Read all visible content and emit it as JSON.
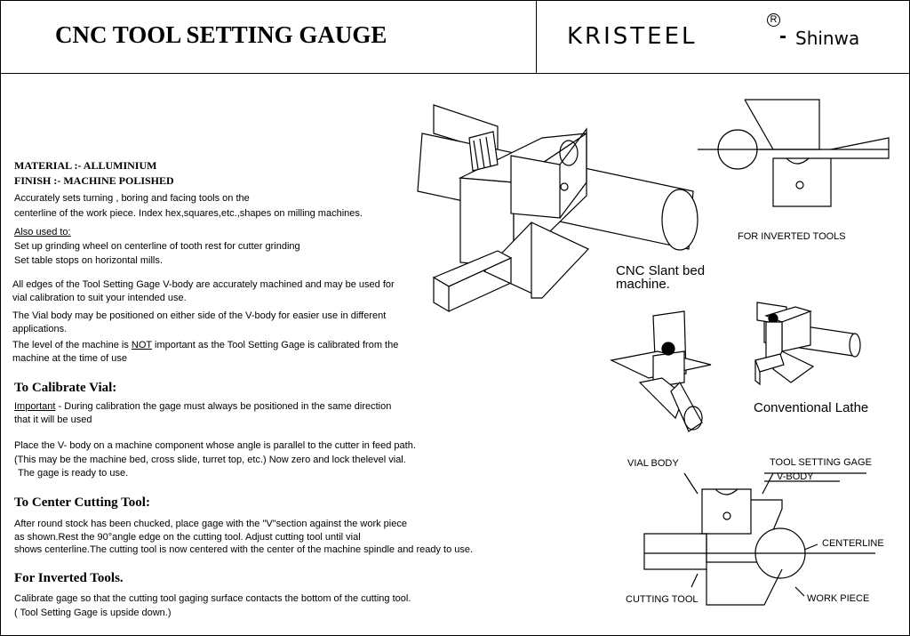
{
  "header": {
    "title": "CNC TOOL SETTING GAUGE",
    "brand": "KRISTEEL",
    "brand_separator": "-",
    "brand_partner": "Shinwa",
    "registered_mark": "R"
  },
  "specs": {
    "material": "MATERIAL :- ALLUMINIUM",
    "finish": "FINISH :- MACHINE POLISHED"
  },
  "intro": {
    "line1": "Accurately sets turning , boring and facing tools on the",
    "line2": "centerline of the work piece.  Index hex,squares,etc.,shapes on milling machines.",
    "also_used_heading": "Also used to:",
    "also1": "Set up grinding wheel on centerline of tooth rest for cutter grinding",
    "also2": "Set table stops on horizontal mills.",
    "edges1": "All edges of the Tool Setting Gage V-body are accurately machined and may be used for",
    "edges2": "vial calibration to suit your intended use.",
    "vial1": "The Vial body may be positioned on either side of the V-body for easier use in different",
    "vial2": "applications.",
    "level1_a": "The level of the machine is ",
    "level1_not": "NOT",
    "level1_b": " important as the Tool Setting Gage is calibrated from the",
    "level2": "machine at the time of use"
  },
  "calibrate": {
    "heading": "To Calibrate Vial:",
    "important_label": "Important",
    "important1": " - During calibration the gage must always be positioned in the same direction",
    "important2": "that it will be used",
    "place1": "Place the V- body on a machine component whose angle is parallel to the cutter in feed path.",
    "place2": "(This may be the machine bed, cross slide, turret top, etc.) Now zero and lock thelevel vial.",
    "place3": "The gage is ready to use."
  },
  "center": {
    "heading": "To Center Cutting Tool:",
    "line1": "After round stock has been chucked, place gage with the \"V\"section against the work piece",
    "line2": "as shown.Rest the 90°angle edge on the cutting tool. Adjust cutting tool until vial",
    "line3": "shows centerline.The cutting tool is now centered with the center of the machine spindle and ready to use."
  },
  "inverted": {
    "heading": "For Inverted Tools.",
    "line1": "Calibrate gage so that the cutting tool gaging surface contacts the bottom of the cutting tool.",
    "line2": "( Tool Setting Gage is upside down.)"
  },
  "captions": {
    "for_inverted_tools": "FOR INVERTED TOOLS",
    "cnc_slant_1": "CNC Slant bed",
    "cnc_slant_2": "machine.",
    "conventional_lathe": "Conventional Lathe",
    "vial_body": "VIAL BODY",
    "tool_setting_gage": "TOOL SETTING GAGE",
    "v_body": "V-BODY",
    "centerline": "CENTERLINE",
    "cutting_tool": "CUTTING TOOL",
    "work_piece": "WORK PIECE"
  }
}
